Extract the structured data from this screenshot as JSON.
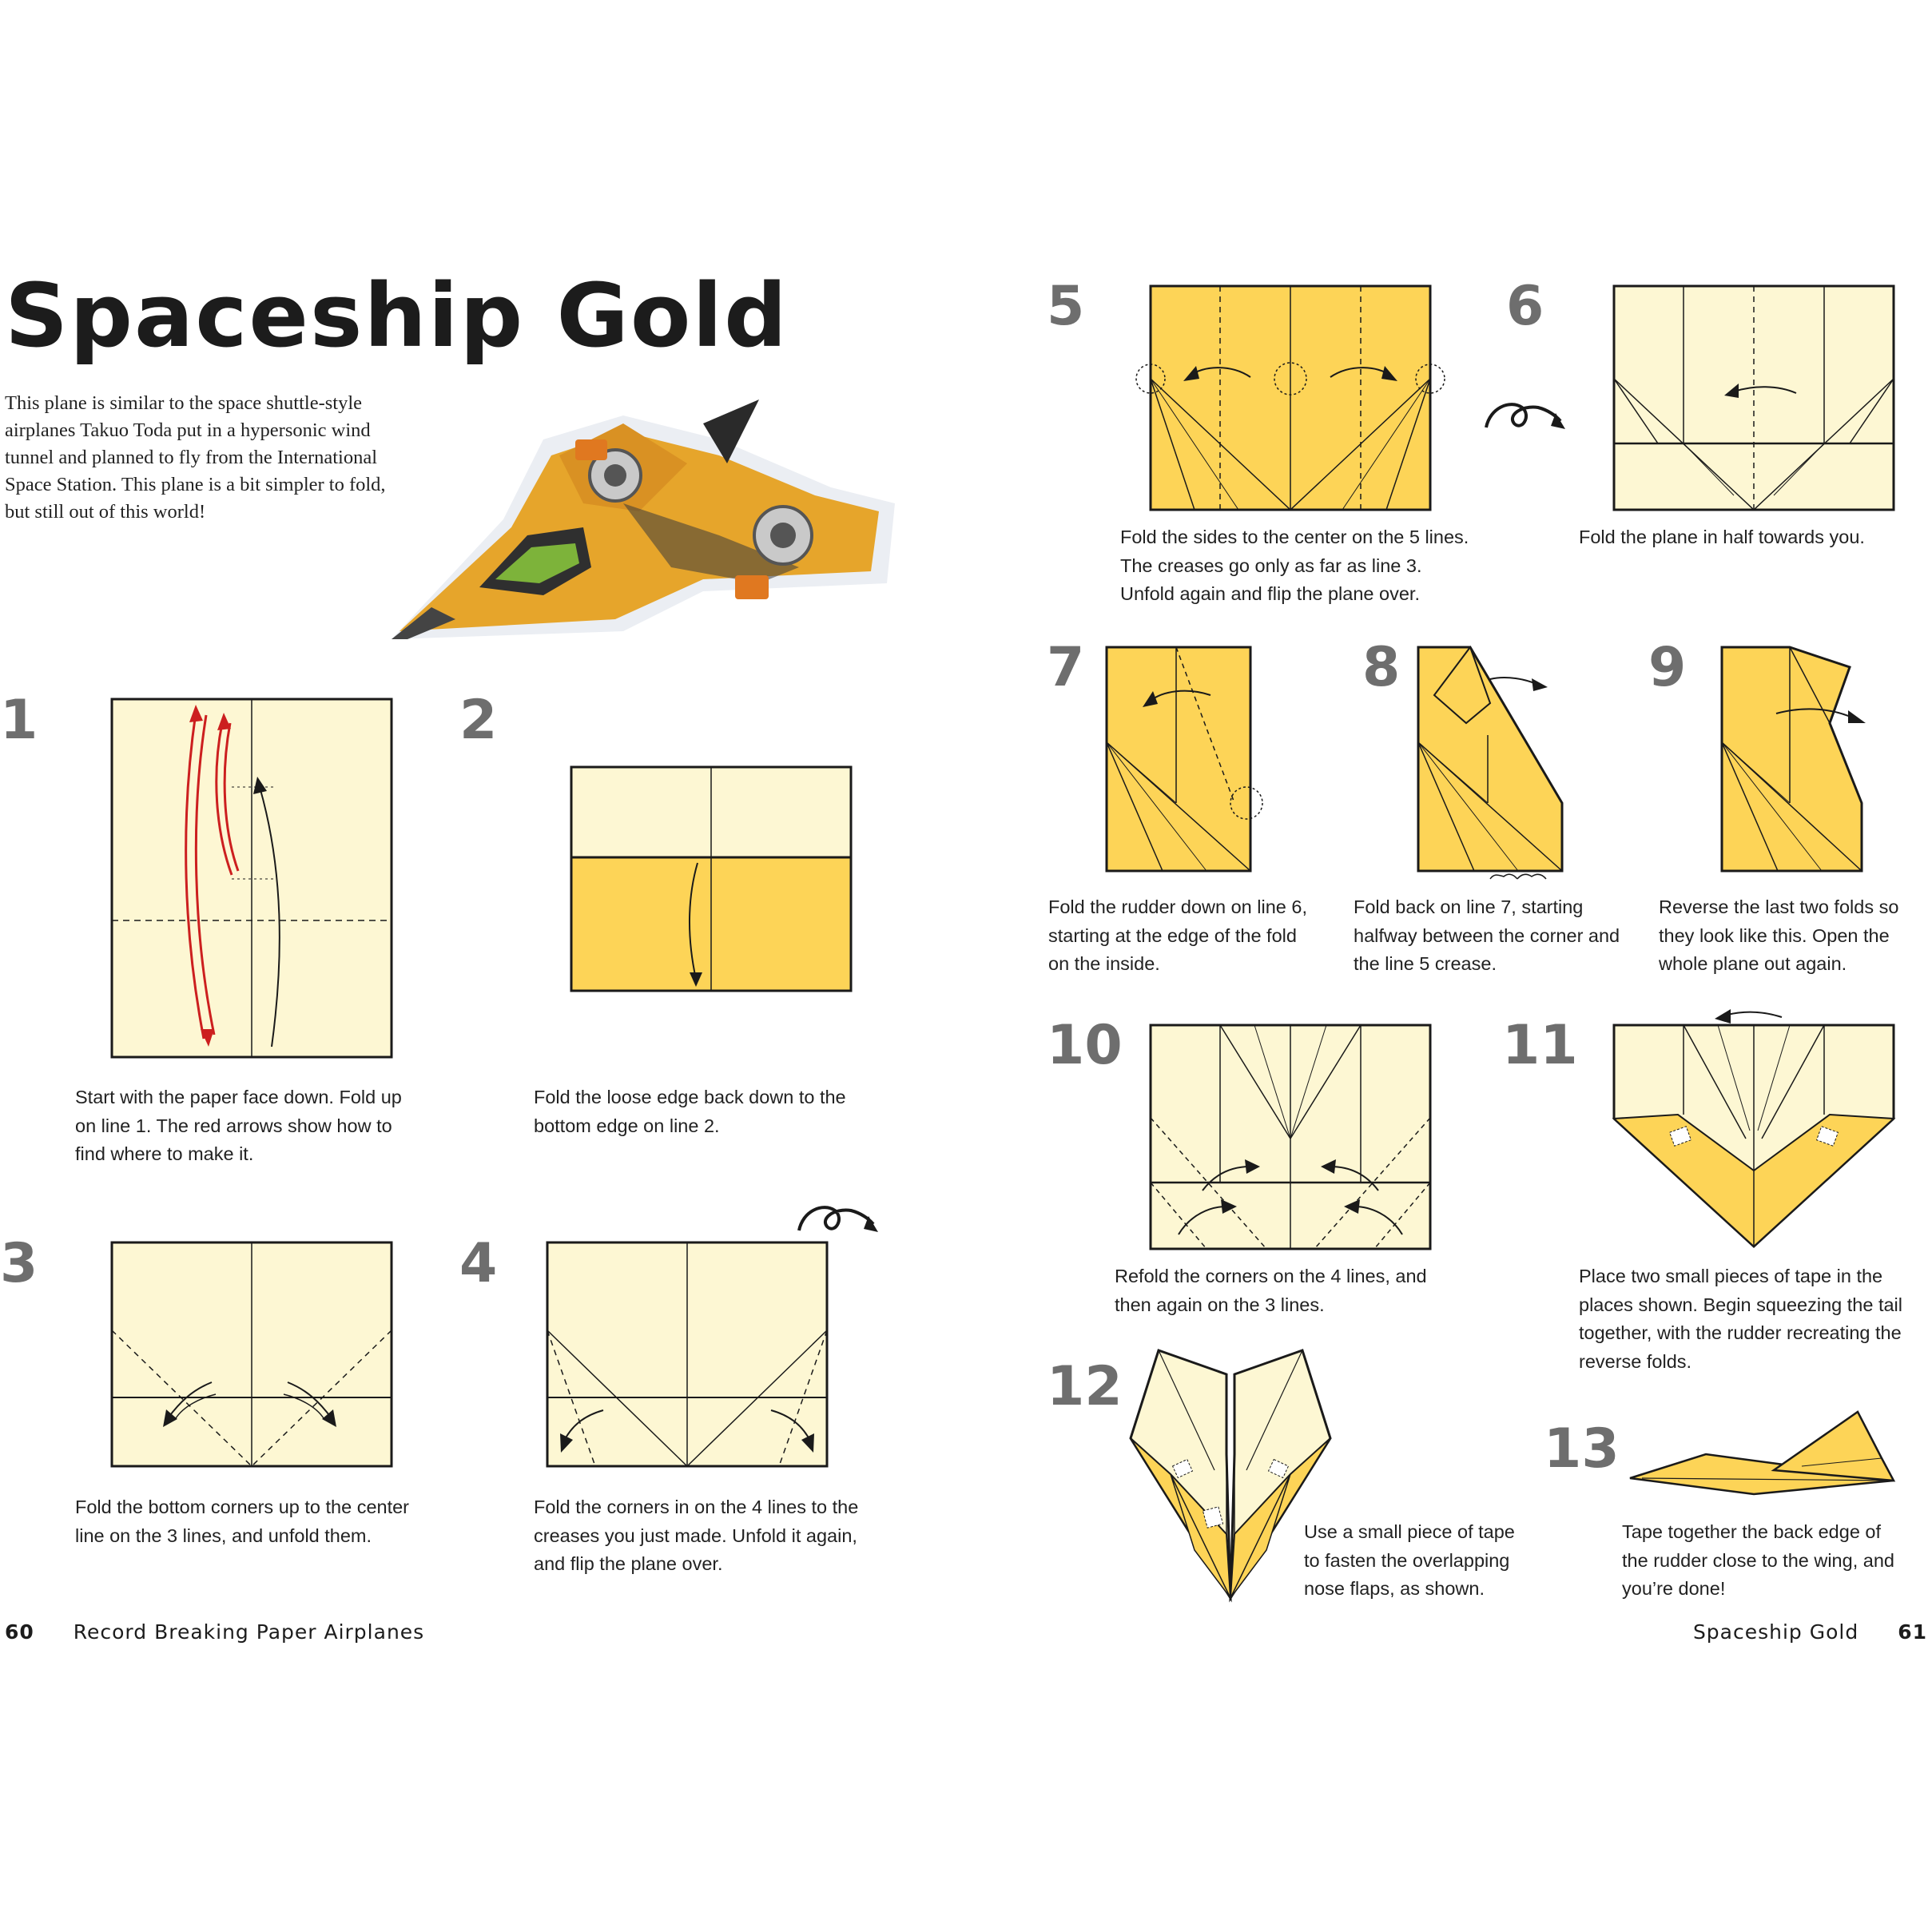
{
  "page": {
    "title": "Spaceship Gold",
    "intro_lines": [
      "This plane is similar to the space shuttle-style",
      "airplanes Takuo Toda put in a hypersonic wind",
      "tunnel and planned to fly from the International",
      "Space Station. This plane is a bit simpler to fold,",
      "but still out of this world!"
    ]
  },
  "steps": [
    {
      "number": "1",
      "lines": [
        "Start with the paper face down. Fold up",
        "on line 1. The red arrows show how to",
        "find where to make it."
      ]
    },
    {
      "number": "2",
      "lines": [
        "Fold the loose edge back down to the",
        "bottom edge on line 2."
      ]
    },
    {
      "number": "3",
      "lines": [
        "Fold the bottom corners up to the center",
        "line on the 3 lines, and unfold them."
      ]
    },
    {
      "number": "4",
      "lines": [
        "Fold the corners in on the 4 lines to the",
        "creases you just made. Unfold it again,",
        "and flip the plane over."
      ]
    },
    {
      "number": "5",
      "lines": [
        "Fold the sides to the center on the 5 lines.",
        "The creases go only as far as line 3.",
        "Unfold again and flip the plane over."
      ]
    },
    {
      "number": "6",
      "lines": [
        "Fold the plane in half towards you."
      ]
    },
    {
      "number": "7",
      "lines": [
        "Fold the rudder down on line 6,",
        "starting at the edge of the fold",
        "on the inside."
      ]
    },
    {
      "number": "8",
      "lines": [
        "Fold back on line 7, starting",
        "halfway between the corner and",
        "the line 5 crease."
      ]
    },
    {
      "number": "9",
      "lines": [
        "Reverse the last two folds so",
        "they look like this. Open the",
        "whole plane out again."
      ]
    },
    {
      "number": "10",
      "lines": [
        "Refold the corners on the 4 lines, and",
        "then again on the 3 lines."
      ]
    },
    {
      "number": "11",
      "lines": [
        "Place two small pieces of tape in the",
        "places shown. Begin squeezing the tail",
        "together, with the rudder recreating the",
        "reverse folds."
      ]
    },
    {
      "number": "12",
      "lines": [
        "Use a small piece of tape",
        "to fasten the overlapping",
        "nose flaps, as shown."
      ]
    },
    {
      "number": "13",
      "lines": [
        "Tape together the back edge of",
        "the rudder close to the wing, and",
        "you’re done!"
      ]
    }
  ],
  "footer": {
    "left_page_number": "60",
    "left_book_title": "Record Breaking Paper Airplanes",
    "right_chapter_title": "Spaceship Gold",
    "right_page_number": "61"
  },
  "colors": {
    "paper_light": "#fdf7d3",
    "paper_gold": "#fdd457",
    "line": "#1a1a1a",
    "red_arrow": "#cc1f1f",
    "step_number": "#6e6e6e"
  }
}
